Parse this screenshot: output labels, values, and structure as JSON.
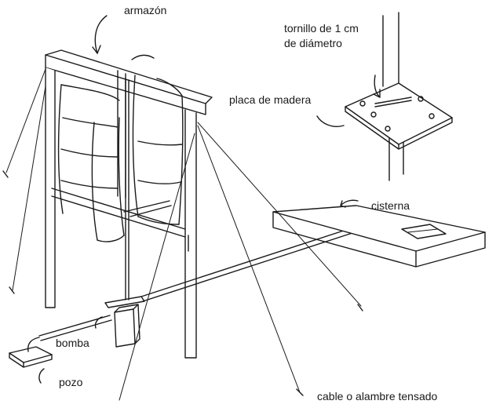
{
  "labels": {
    "frame": "armazón",
    "bolt_line1": "tornillo de 1 cm",
    "bolt_line2": "de diámetro",
    "wood_plate": "placa de madera",
    "cistern": "cisterna",
    "pump": "bomba",
    "well": "pozo",
    "guy_cable": "cable o alambre tensado"
  },
  "colors": {
    "ink": "#1a1a1a",
    "background": "#ffffff"
  }
}
